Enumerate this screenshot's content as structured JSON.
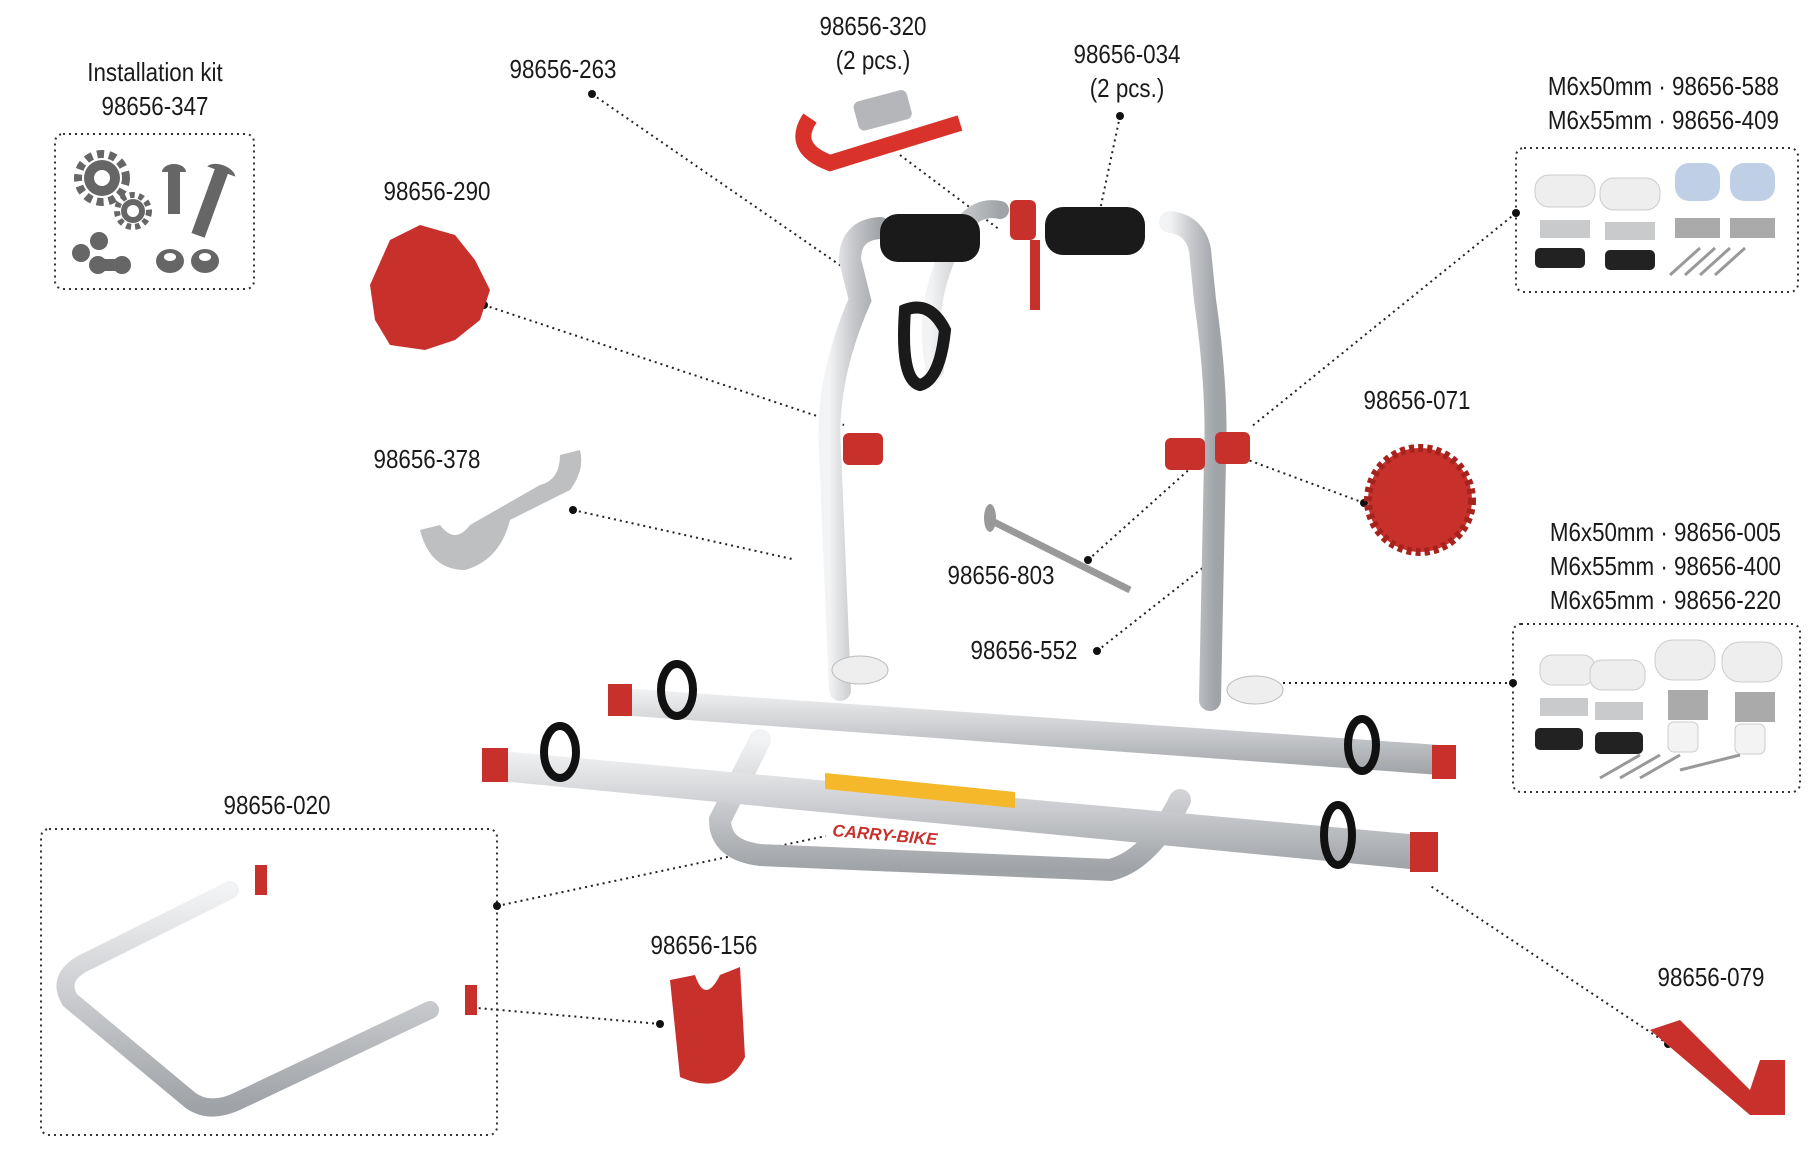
{
  "title": "Carry-Bike spare parts diagram",
  "parts": {
    "installation_kit": {
      "label": "Installation kit",
      "code": "98656-347"
    },
    "p263": {
      "code": "98656-263"
    },
    "p320": {
      "code": "98656-320",
      "qty": "(2 pcs.)"
    },
    "p034": {
      "code": "98656-034",
      "qty": "(2 pcs.)"
    },
    "upper_kit": {
      "lines": [
        "M6x50mm · 98656-588",
        "M6x55mm · 98656-409"
      ]
    },
    "p290": {
      "code": "98656-290"
    },
    "p071": {
      "code": "98656-071"
    },
    "p378": {
      "code": "98656-378"
    },
    "p803": {
      "code": "98656-803"
    },
    "p552": {
      "code": "98656-552"
    },
    "lower_kit": {
      "lines": [
        "M6x50mm · 98656-005",
        "M6x55mm · 98656-400",
        "M6x65mm · 98656-220"
      ]
    },
    "p020": {
      "code": "98656-020"
    },
    "p156": {
      "code": "98656-156"
    },
    "p079": {
      "code": "98656-079"
    }
  },
  "product_branding": "CARRY-BIKE",
  "colors": {
    "accent_red": "#c8302c",
    "aluminium": "#d4d6d9",
    "icon_grey": "#666666"
  }
}
